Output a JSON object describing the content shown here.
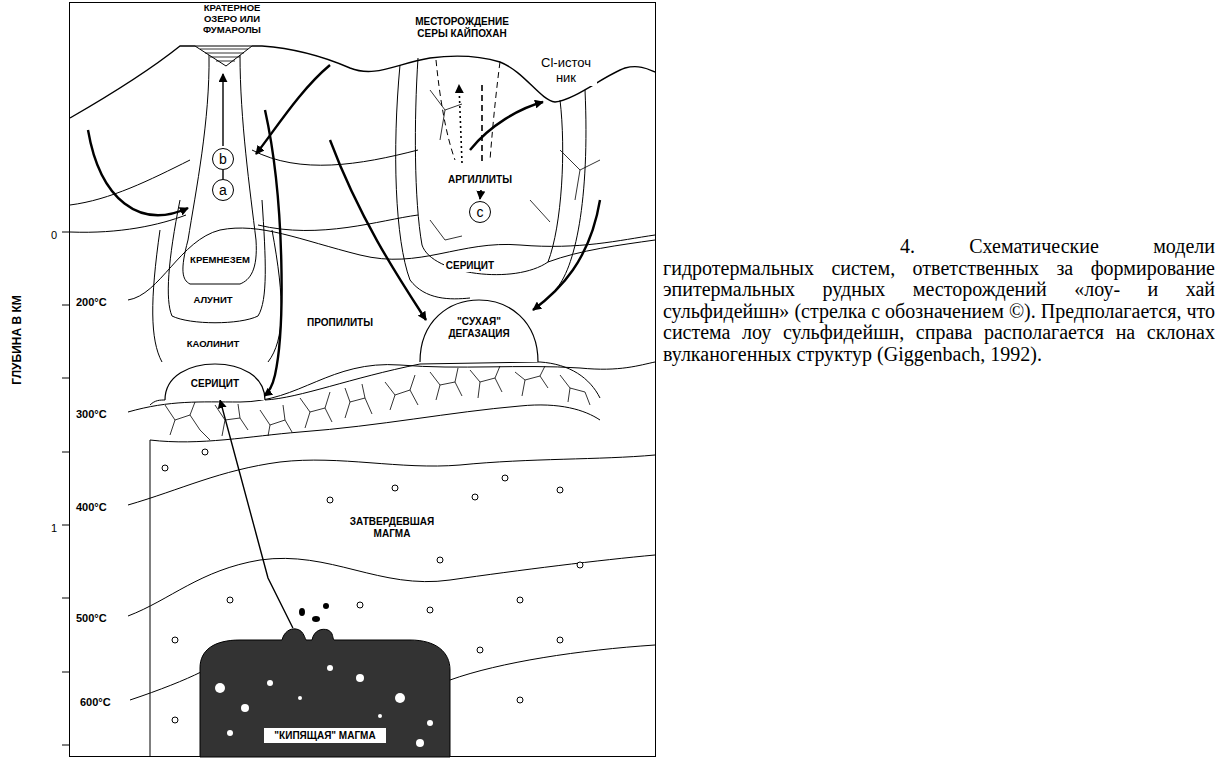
{
  "diagram": {
    "caption": "4. Схематические модели гидротермальных систем, ответственных за формирование эпитермальных рудных месторождений «лоу- и хай сульфидейшн» (стрелка с обозначением ©). Предполагается, что система лоу сульфидейшн, справа располагается на склонах вулканогенных структур (Giggenbach, 1992).",
    "nodes": [
      {
        "text": [
          "b"
        ]
      },
      {
        "text": [
          "a"
        ]
      },
      {
        "text": [
          "c"
        ]
      },
      {
        "text": [
          "\"СУХАЯ\" ДЕГАЗАЦИЯ"
        ]
      },
      {
        "text": [
          "СЕРИЦИТ"
        ]
      },
      {
        "text": [
          "\"КИПЯЩАЯ\" МАГМА"
        ]
      }
    ],
    "edges": [
      {
        "from": 1,
        "to": 0,
        "arrow": "none"
      },
      {
        "from": 5,
        "to": 4,
        "arrow": "to"
      }
    ],
    "labels": [
      "КРАТЕРНОЕ ОЗЕРО ИЛИ ФУМАРОЛЫ",
      "МЕСТОРОЖДЕНИЕ СЕРЫ КАЙПОХАН",
      "Cl-источ ник",
      "АРГИЛЛИТЫ",
      "0",
      "КРЕМНЕЗЕМ",
      "СЕРИЦИТ",
      "200°C",
      "АЛУНИТ",
      "ПРОПИЛИТЫ",
      "КАОЛИНИТ",
      "300°C",
      "400°C",
      "1",
      "ЗАТВЕРДЕВШАЯ МАГМА",
      "500°C",
      "600°C",
      "ГЛУБИНА В КМ"
    ]
  }
}
